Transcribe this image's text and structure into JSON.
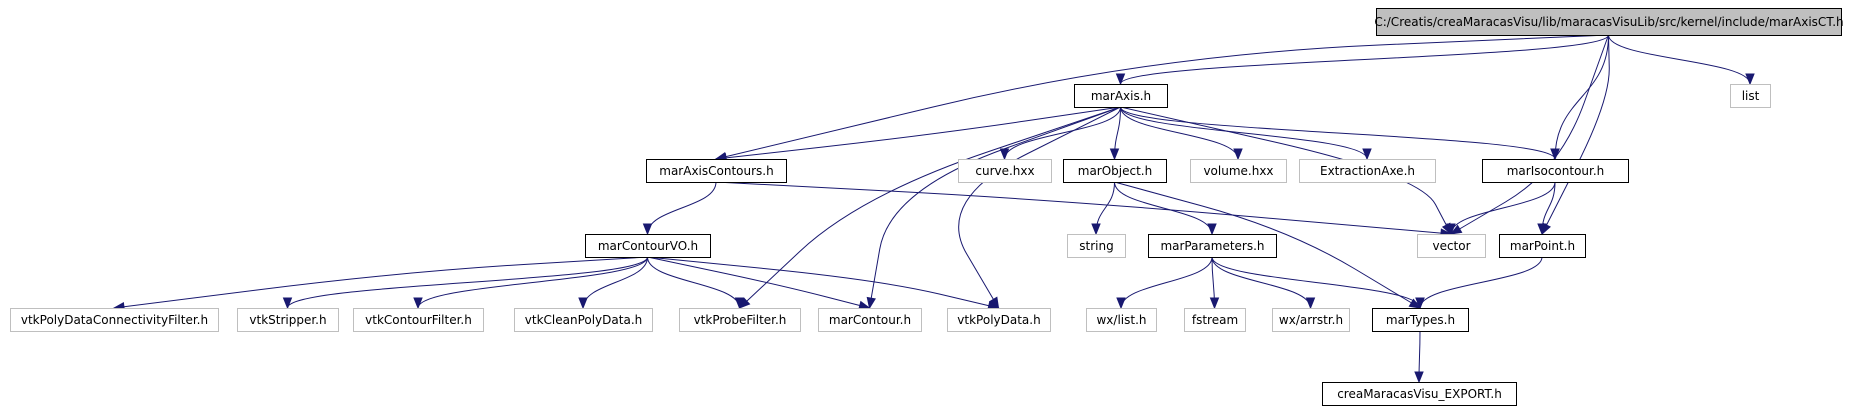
{
  "colors": {
    "edge": "#191970",
    "root_fill": "#bfbfbf",
    "root_border": "#000000",
    "documented_border": "#000000",
    "external_border": "#bfbfbf",
    "external_text": "#3f3f3f",
    "node_fill": "#ffffff"
  },
  "nodes": [
    {
      "id": "root",
      "label": "C:/Creatis/creaMaracasVisu/lib/maracasVisuLib/src/kernel/include/marAxisCT.h",
      "kind": "root"
    },
    {
      "id": "marAxis",
      "label": "marAxis.h",
      "kind": "documented"
    },
    {
      "id": "list",
      "label": "list",
      "kind": "external"
    },
    {
      "id": "marAxisContours",
      "label": "marAxisContours.h",
      "kind": "documented"
    },
    {
      "id": "curve",
      "label": "curve.hxx",
      "kind": "external"
    },
    {
      "id": "marObject",
      "label": "marObject.h",
      "kind": "documented"
    },
    {
      "id": "volume",
      "label": "volume.hxx",
      "kind": "external"
    },
    {
      "id": "ExtractionAxe",
      "label": "ExtractionAxe.h",
      "kind": "external"
    },
    {
      "id": "marIsocontour",
      "label": "marIsocontour.h",
      "kind": "documented"
    },
    {
      "id": "marContourVO",
      "label": "marContourVO.h",
      "kind": "documented"
    },
    {
      "id": "string",
      "label": "string",
      "kind": "external"
    },
    {
      "id": "marParameters",
      "label": "marParameters.h",
      "kind": "documented"
    },
    {
      "id": "vector",
      "label": "vector",
      "kind": "external"
    },
    {
      "id": "marPoint",
      "label": "marPoint.h",
      "kind": "documented"
    },
    {
      "id": "vtkPolyDataConnectivityFilter",
      "label": "vtkPolyDataConnectivityFilter.h",
      "kind": "external"
    },
    {
      "id": "vtkStripper",
      "label": "vtkStripper.h",
      "kind": "external"
    },
    {
      "id": "vtkContourFilter",
      "label": "vtkContourFilter.h",
      "kind": "external"
    },
    {
      "id": "vtkCleanPolyData",
      "label": "vtkCleanPolyData.h",
      "kind": "external"
    },
    {
      "id": "vtkProbeFilter",
      "label": "vtkProbeFilter.h",
      "kind": "external"
    },
    {
      "id": "marContour",
      "label": "marContour.h",
      "kind": "external"
    },
    {
      "id": "vtkPolyData",
      "label": "vtkPolyData.h",
      "kind": "external"
    },
    {
      "id": "wxlist",
      "label": "wx/list.h",
      "kind": "external"
    },
    {
      "id": "fstream",
      "label": "fstream",
      "kind": "external"
    },
    {
      "id": "wxarrstr",
      "label": "wx/arrstr.h",
      "kind": "external"
    },
    {
      "id": "marTypes",
      "label": "marTypes.h",
      "kind": "documented"
    },
    {
      "id": "EXPORT",
      "label": "creaMaracasVisu_EXPORT.h",
      "kind": "documented"
    }
  ],
  "edges": [
    {
      "from": "root",
      "to": "marAxis"
    },
    {
      "from": "root",
      "to": "list"
    },
    {
      "from": "root",
      "to": "marAxisContours"
    },
    {
      "from": "root",
      "to": "marIsocontour"
    },
    {
      "from": "root",
      "to": "vector"
    },
    {
      "from": "root",
      "to": "marPoint"
    },
    {
      "from": "marAxis",
      "to": "marAxisContours"
    },
    {
      "from": "marAxis",
      "to": "curve"
    },
    {
      "from": "marAxis",
      "to": "marObject"
    },
    {
      "from": "marAxis",
      "to": "volume"
    },
    {
      "from": "marAxis",
      "to": "ExtractionAxe"
    },
    {
      "from": "marAxis",
      "to": "marIsocontour"
    },
    {
      "from": "marAxis",
      "to": "vector"
    },
    {
      "from": "marAxis",
      "to": "vtkProbeFilter"
    },
    {
      "from": "marAxis",
      "to": "marContour"
    },
    {
      "from": "marAxis",
      "to": "vtkPolyData"
    },
    {
      "from": "marAxisContours",
      "to": "marContourVO"
    },
    {
      "from": "marAxisContours",
      "to": "vector"
    },
    {
      "from": "marObject",
      "to": "string"
    },
    {
      "from": "marObject",
      "to": "marParameters"
    },
    {
      "from": "marObject",
      "to": "marTypes"
    },
    {
      "from": "marIsocontour",
      "to": "vector"
    },
    {
      "from": "marIsocontour",
      "to": "marPoint"
    },
    {
      "from": "marContourVO",
      "to": "vtkPolyDataConnectivityFilter"
    },
    {
      "from": "marContourVO",
      "to": "vtkStripper"
    },
    {
      "from": "marContourVO",
      "to": "vtkContourFilter"
    },
    {
      "from": "marContourVO",
      "to": "vtkCleanPolyData"
    },
    {
      "from": "marContourVO",
      "to": "vtkProbeFilter"
    },
    {
      "from": "marContourVO",
      "to": "marContour"
    },
    {
      "from": "marContourVO",
      "to": "vtkPolyData"
    },
    {
      "from": "marParameters",
      "to": "wxlist"
    },
    {
      "from": "marParameters",
      "to": "fstream"
    },
    {
      "from": "marParameters",
      "to": "wxarrstr"
    },
    {
      "from": "marParameters",
      "to": "marTypes"
    },
    {
      "from": "marPoint",
      "to": "marTypes"
    },
    {
      "from": "marTypes",
      "to": "EXPORT"
    }
  ]
}
